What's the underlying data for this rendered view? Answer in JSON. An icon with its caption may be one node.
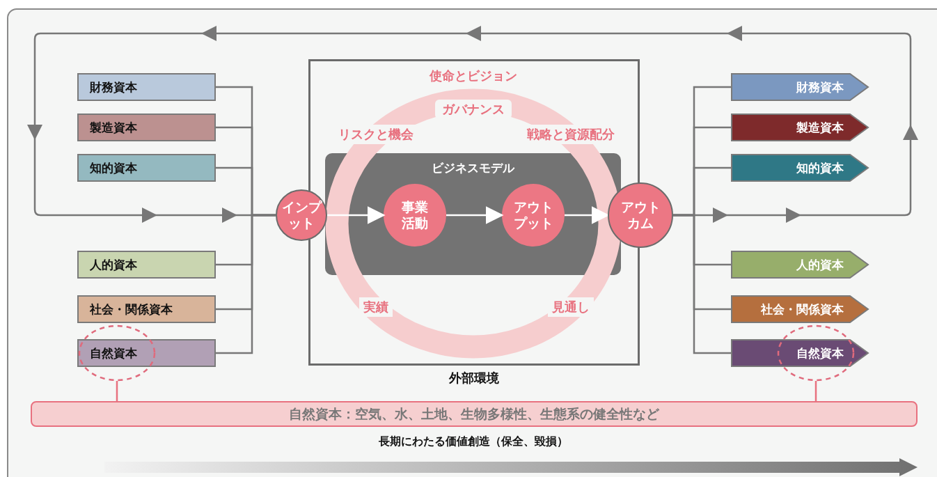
{
  "diagram": {
    "nodes": [
      {
        "text": [
          "財務資本"
        ]
      },
      {
        "text": [
          "製造資本"
        ]
      },
      {
        "text": [
          "知的資本"
        ]
      },
      {
        "text": [
          "人的資本"
        ]
      },
      {
        "text": [
          "社会・関係資本"
        ]
      },
      {
        "text": [
          "自然資本"
        ]
      },
      {
        "text": [
          "財務資本"
        ]
      },
      {
        "text": [
          "製造資本"
        ]
      },
      {
        "text": [
          "知的資本"
        ]
      },
      {
        "text": [
          "人的資本"
        ]
      },
      {
        "text": [
          "社会・関係資本"
        ]
      },
      {
        "text": [
          "自然資本"
        ]
      },
      {
        "text": [
          "外部環境"
        ]
      },
      {
        "text": [
          "ビジネスモデル"
        ],
        "in": 12
      },
      {
        "text": [
          "インプット"
        ]
      },
      {
        "text": [
          "事業活動"
        ],
        "in": 13
      },
      {
        "text": [
          "アウトプット"
        ],
        "in": 13
      },
      {
        "text": [
          "アウトカム"
        ]
      },
      {
        "text": [
          "自然資本：空気、水、土地、生物多様性、生態系の健全性など"
        ]
      },
      {
        "text": [],
        "shape": "circle"
      },
      {
        "text": [],
        "shape": "circle"
      }
    ],
    "edges": [
      {
        "from": 0,
        "to": 14,
        "arrow": "none"
      },
      {
        "from": 1,
        "to": 14,
        "arrow": "none"
      },
      {
        "from": 2,
        "to": 14,
        "arrow": "none"
      },
      {
        "from": 3,
        "to": 14,
        "arrow": "none"
      },
      {
        "from": 4,
        "to": 14,
        "arrow": "none"
      },
      {
        "from": 5,
        "to": 14,
        "arrow": "none"
      },
      {
        "from": 14,
        "to": 15,
        "arrow": "to",
        "color": "#ffffff"
      },
      {
        "from": 15,
        "to": 16,
        "arrow": "to",
        "color": "#ffffff"
      },
      {
        "from": 16,
        "to": 17,
        "arrow": "to",
        "color": "#ffffff"
      },
      {
        "from": 17,
        "to": 6,
        "arrow": "none"
      },
      {
        "from": 17,
        "to": 7,
        "arrow": "none"
      },
      {
        "from": 17,
        "to": 8,
        "arrow": "none"
      },
      {
        "from": 17,
        "to": 9,
        "arrow": "none"
      },
      {
        "from": 17,
        "to": 10,
        "arrow": "none"
      },
      {
        "from": 17,
        "to": 11,
        "arrow": "none"
      },
      {
        "from": 17,
        "to": 14,
        "arrow": "to"
      },
      {
        "from": 18,
        "to": 19,
        "arrow": "none",
        "color": "#e8717f"
      },
      {
        "from": 18,
        "to": 20,
        "arrow": "none",
        "color": "#e8717f"
      }
    ],
    "labels": [
      "使命とビジョン",
      "ガバナンス",
      "リスクと機会",
      "戦略と資源配分",
      "実績",
      "見通し",
      "長期にわたる価値創造（保全、毀損）"
    ]
  }
}
